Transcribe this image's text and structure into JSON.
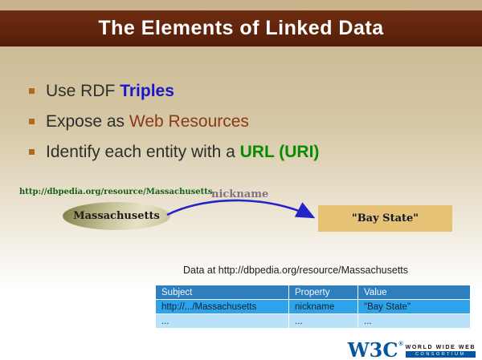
{
  "slide_title": "The Elements of Linked Data",
  "colors": {
    "title_bar": "#5e2409",
    "accent_blue": "#1a17c8",
    "accent_maroon": "#8a3a14",
    "accent_green": "#0a8a00",
    "arrow": "#2323cc",
    "value_box_bg": "#e5c276",
    "table_header_bg": "#2e7fc0",
    "table_row1_bg": "#2ea3e9",
    "table_row2_bg": "#b9e1f8"
  },
  "bullets": [
    {
      "prefix": "Use RDF ",
      "highlight": "Triples"
    },
    {
      "prefix": "Expose as ",
      "highlight": "Web Resources"
    },
    {
      "prefix": "Identify each entity with a ",
      "highlight": "URL (URI)"
    }
  ],
  "diagram": {
    "uri_label": "http://dbpedia.org/resource/Massachusetts",
    "edge_label": "nickname",
    "subject_node": "Massachusetts",
    "value_node": "\"Bay State\""
  },
  "data_caption": "Data at http://dbpedia.org/resource/Massachusetts",
  "table": {
    "headers": [
      "Subject",
      "Property",
      "Value"
    ],
    "rows": [
      [
        "http://.../Massachusetts",
        "nickname",
        "\"Bay State\""
      ],
      [
        "...",
        "...",
        "..."
      ]
    ]
  },
  "logo": {
    "mark": "W3C",
    "reg": "®",
    "line1": "World Wide Web",
    "line2": "Consortium"
  }
}
